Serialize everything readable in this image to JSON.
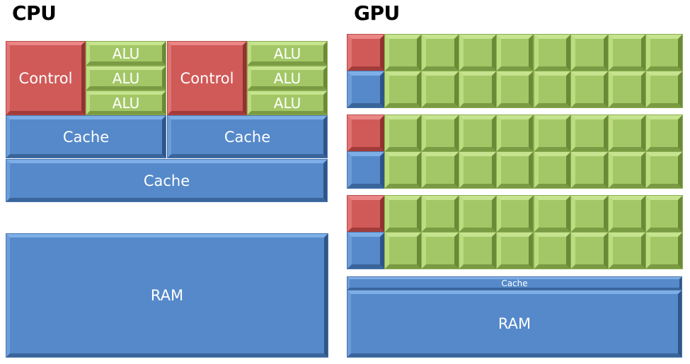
{
  "colors": {
    "control": "#d05a58",
    "alu": "#a3c766",
    "cache": "#5589c9",
    "ram": "#5589c9"
  },
  "cpu": {
    "title": "CPU",
    "cores": [
      {
        "control_label": "Control",
        "alus": [
          "ALU",
          "ALU",
          "ALU"
        ],
        "cache_label": "Cache"
      },
      {
        "control_label": "Control",
        "alus": [
          "ALU",
          "ALU",
          "ALU"
        ],
        "cache_label": "Cache"
      }
    ],
    "shared_cache_label": "Cache",
    "ram_label": "RAM"
  },
  "gpu": {
    "title": "GPU",
    "groups": 3,
    "rows_per_group": 2,
    "alu_columns": 8,
    "row_types": [
      "control",
      "cache"
    ],
    "cache_label": "Cache",
    "ram_label": "RAM"
  }
}
